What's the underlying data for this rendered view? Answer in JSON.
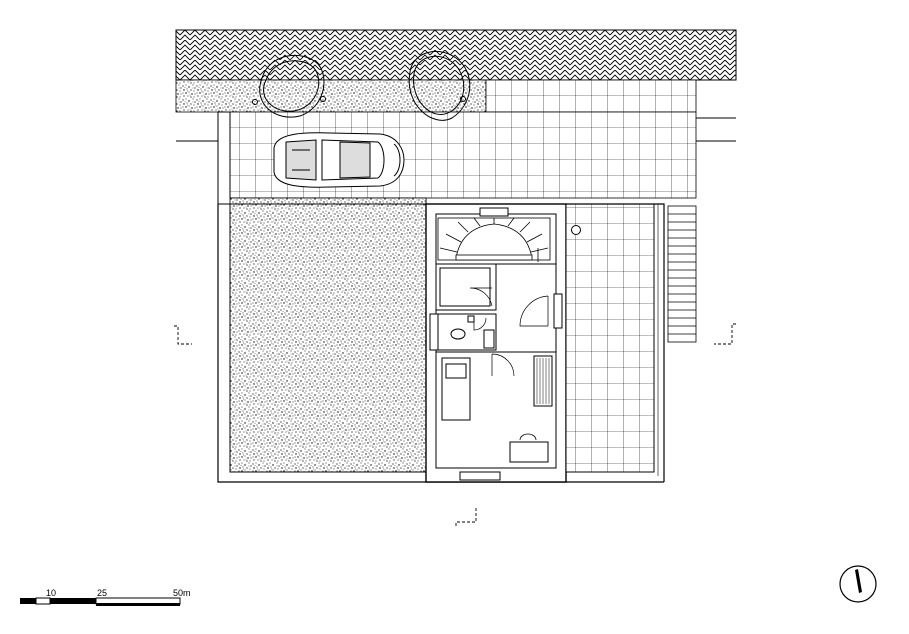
{
  "scale_bar": {
    "labels": [
      "10",
      "25",
      "50m"
    ]
  },
  "north_arrow": {
    "icon": "north-arrow-icon"
  },
  "colors": {
    "line": "#000000",
    "background": "#ffffff"
  }
}
